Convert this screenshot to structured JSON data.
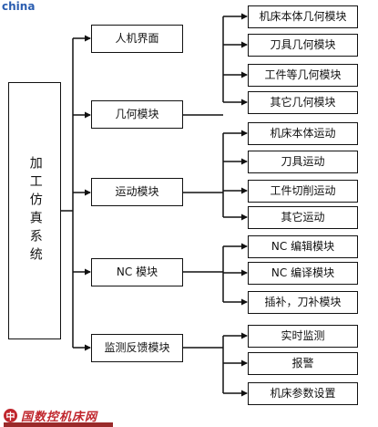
{
  "watermark": "china",
  "root": "加工仿真系统",
  "modules": [
    {
      "label": "人机界面"
    },
    {
      "label": "几何模块"
    },
    {
      "label": "运动模块"
    },
    {
      "label": "NC 模块"
    },
    {
      "label": "监测反馈模块"
    }
  ],
  "submodules": {
    "geometry": [
      "机床本体几何模块",
      "刀具几何模块",
      "工件等几何模块",
      "其它几何模块"
    ],
    "motion": [
      "机床本体运动",
      "刀具运动",
      "工件切削运动",
      "其它运动"
    ],
    "nc": [
      "NC 编辑模块",
      "NC 编译模块",
      "插补，刀补模块"
    ],
    "monitor": [
      "实时监测",
      "报警",
      "机床参数设置"
    ]
  },
  "footer": {
    "logo_mark": "中",
    "logo_text": "国数控机床网"
  }
}
